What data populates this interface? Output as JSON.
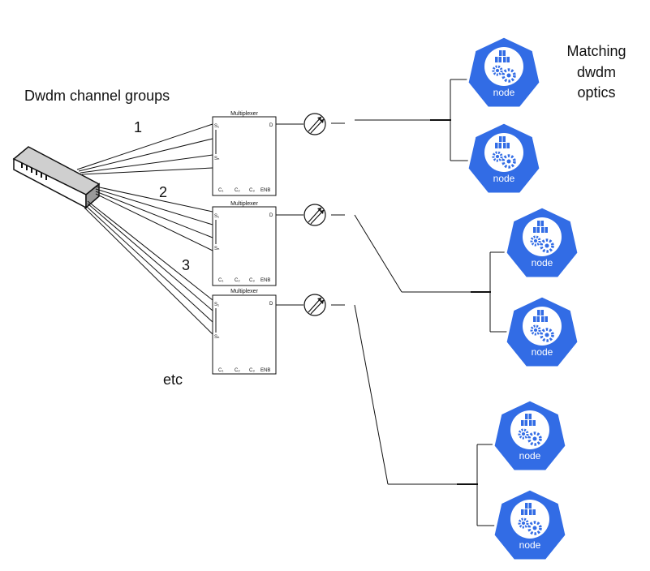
{
  "labels": {
    "channel_groups": "Dwdm channel groups",
    "matching_line1": "Matching",
    "matching_line2": "dwdm",
    "matching_line3": "optics",
    "group1": "1",
    "group2": "2",
    "group3": "3",
    "etc": "etc"
  },
  "multiplexer": {
    "title": "Multiplexer",
    "in_first": "S₁",
    "in_last": "Sₙ",
    "out": "D",
    "ctrl1": "C₁",
    "ctrl2": "C₂",
    "ctrl3": "C₃",
    "enable": "ENB"
  },
  "node": {
    "label": "node"
  },
  "colors": {
    "node_blue": "#326ce5",
    "line": "#111111"
  },
  "icons": [
    "switch-icon",
    "multiplexer-block",
    "optical-amplifier-icon",
    "kubernetes-node-icon"
  ]
}
